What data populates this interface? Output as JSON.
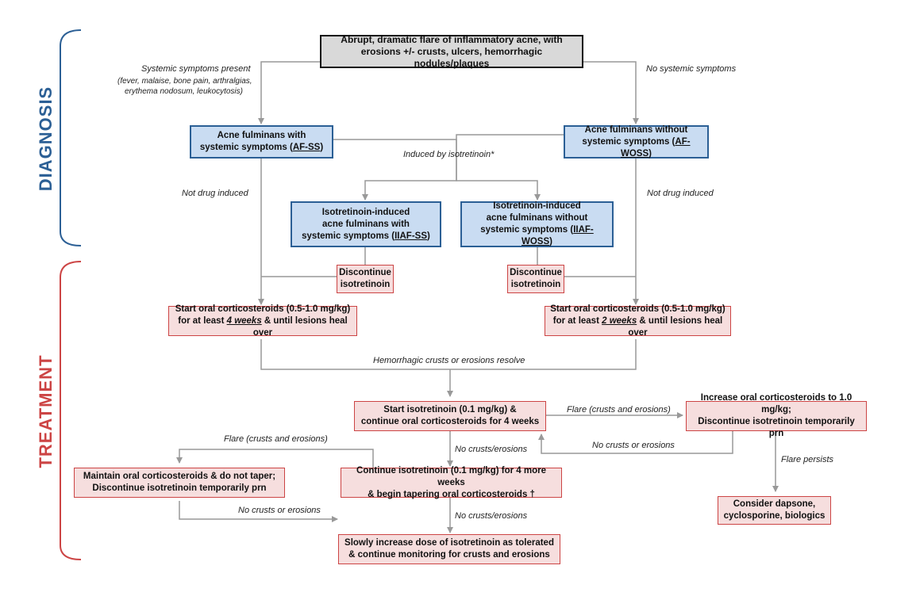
{
  "sections": {
    "diagnosis": "DIAGNOSIS",
    "treatment": "TREATMENT"
  },
  "colors": {
    "diagnosis_accent": "#2b5f95",
    "treatment_accent": "#cc4444"
  },
  "nodes": {
    "start": {
      "line1": "Abrupt, dramatic flare of inflammatory acne, with",
      "line2": "erosions +/- crusts, ulcers, hemorrhagic nodules/plaques"
    },
    "afss": {
      "line1": "Acne fulminans with",
      "line2_prefix": "systemic symptoms (",
      "abbr": "AF-SS",
      "line2_suffix": ")"
    },
    "afwoss": {
      "line1": "Acne fulminans without",
      "line2_prefix": "systemic symptoms (",
      "abbr": "AF-WOSS",
      "line2_suffix": ")"
    },
    "iiafss": {
      "line1": "Isotretinoin-induced",
      "line2": "acne fulminans with",
      "line3_prefix": "systemic symptoms (",
      "abbr": "IIAF-SS",
      "line3_suffix": ")"
    },
    "iiafwoss": {
      "line1": "Isotretinoin-induced",
      "line2": "acne fulminans without",
      "line3_prefix": "systemic symptoms (",
      "abbr": "IIAF-WOSS",
      "line3_suffix": ")"
    },
    "disc_left": {
      "line1": "Discontinue",
      "line2": "isotretinoin"
    },
    "disc_right": {
      "line1": "Discontinue",
      "line2": "isotretinoin"
    },
    "steroid_left": {
      "line1": "Start oral corticosteroids (0.5-1.0 mg/kg)",
      "line2_prefix": "for at least ",
      "emph": "4 weeks",
      "line2_suffix": " & until lesions heal over"
    },
    "steroid_right": {
      "line1": "Start oral corticosteroids (0.5-1.0 mg/kg)",
      "line2_prefix": "for at least ",
      "emph": "2 weeks",
      "line2_suffix": " & until lesions heal over"
    },
    "start_iso": {
      "line1": "Start isotretinoin (0.1 mg/kg) &",
      "line2": "continue oral corticosteroids for 4 weeks"
    },
    "increase": {
      "line1": "Increase oral corticosteroids to 1.0 mg/kg;",
      "line2": "Discontinue isotretinoin temporarily prn"
    },
    "maintain": {
      "line1": "Maintain oral corticosteroids & do not taper;",
      "line2": "Discontinue isotretinoin temporarily prn"
    },
    "continue_iso": {
      "line1": "Continue isotretinoin (0.1 mg/kg) for 4 more weeks",
      "line2": "& begin tapering oral corticosteroids †"
    },
    "consider": {
      "line1": "Consider dapsone,",
      "line2": "cyclosporine, biologics"
    },
    "slowly": {
      "line1": "Slowly increase dose of isotretinoin as tolerated",
      "line2": "& continue monitoring for crusts and erosions"
    }
  },
  "labels": {
    "systemic_present": "Systemic symptoms present",
    "systemic_detail_1": "(fever, malaise, bone pain, arthralgias,",
    "systemic_detail_2": "erythema nodosum, leukocytosis)",
    "no_systemic": "No systemic symptoms",
    "induced": "Induced by isotretinoin*",
    "not_drug_left": "Not drug induced",
    "not_drug_right": "Not drug induced",
    "hemorrhagic": "Hemorrhagic crusts or erosions resolve",
    "flare_right": "Flare (crusts and erosions)",
    "flare_left": "Flare (crusts and erosions)",
    "no_crusts_1": "No crusts/erosions",
    "no_crusts_2": "No crusts/erosions",
    "no_crusts_or_right": "No crusts or erosions",
    "no_crusts_or_left": "No crusts or erosions",
    "flare_persists": "Flare persists"
  }
}
